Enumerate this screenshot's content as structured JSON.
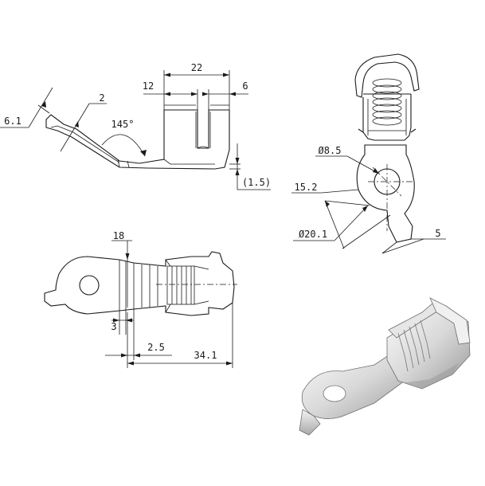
{
  "views": {
    "side_view": {
      "dims": {
        "width_total": "22",
        "width_left": "12",
        "width_right": "6",
        "tab_height": "6.1",
        "thickness": "2",
        "bend_angle": "145°",
        "offset": "(1.5)"
      }
    },
    "end_view": {
      "dims": {
        "hole_dia": "Ø8.5",
        "outer_dia": "Ø20.1",
        "center_dist": "15.2",
        "neck_width": "5"
      }
    },
    "top_view": {
      "dims": {
        "width_18": "18",
        "slot_3": "3",
        "offset_25": "2.5",
        "length_total": "34.1"
      }
    }
  },
  "colors": {
    "line": "#1a1a1a",
    "background": "#ffffff",
    "shade_light": "#f2f2f2",
    "shade_dark": "#8c8c8c"
  }
}
